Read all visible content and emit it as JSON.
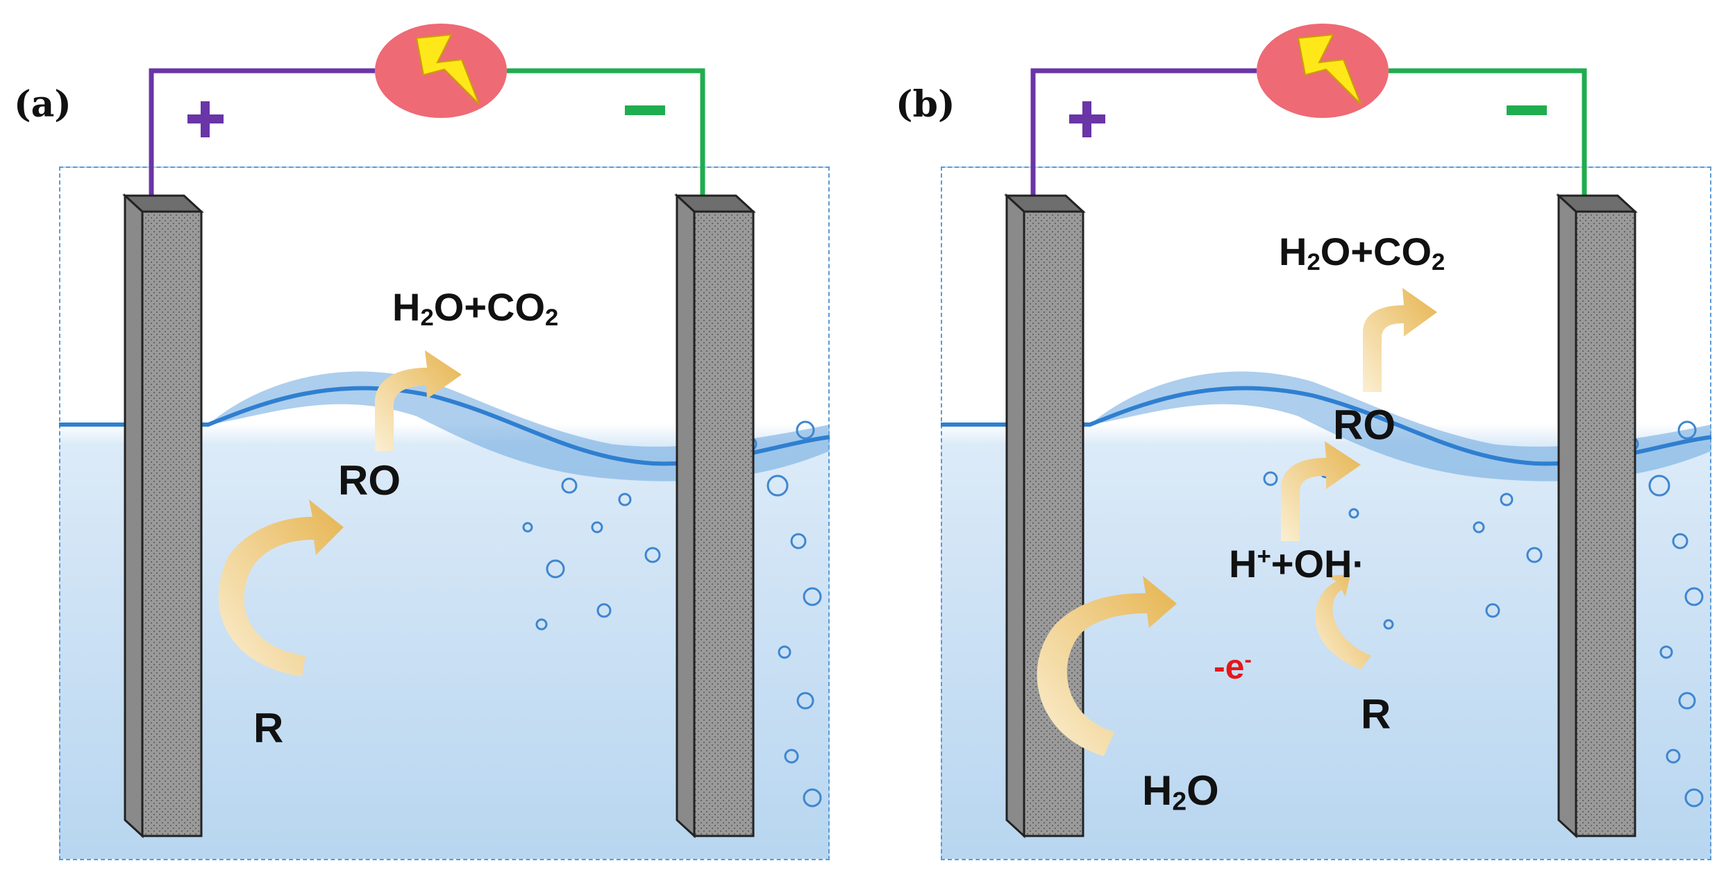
{
  "panel_a": {
    "label": "(a)",
    "anode_sign": "+",
    "species": {
      "r": "R",
      "ro": "RO",
      "product_h2o": "H",
      "product_sub2a": "2",
      "product_o_plus_co": "O+CO",
      "product_sub2b": "2"
    }
  },
  "panel_b": {
    "label": "(b)",
    "anode_sign": "+",
    "species": {
      "h2o_h": "H",
      "h2o_sub": "2",
      "h2o_o": "O",
      "electron": "-e",
      "electron_sup": "-",
      "hplus_h": "H",
      "hplus_sup": "+",
      "hplus_rest": "+OH·",
      "r": "R",
      "ro": "RO",
      "product_h2o": "H",
      "product_sub2a": "2",
      "product_o_plus_co": "O+CO",
      "product_sub2b": "2"
    }
  },
  "colors": {
    "anode_wire": "#6a35a7",
    "cathode_wire": "#1fad4f",
    "power_source": "#ee6a75",
    "lightning": "#ffe81a",
    "arrow": "#e6b450",
    "electron_text": "#e5161a",
    "water": "#2f7fd0"
  },
  "icons": [
    "power-source-icon",
    "lightning-bolt-icon",
    "electrode",
    "curved-arrow-icon"
  ]
}
